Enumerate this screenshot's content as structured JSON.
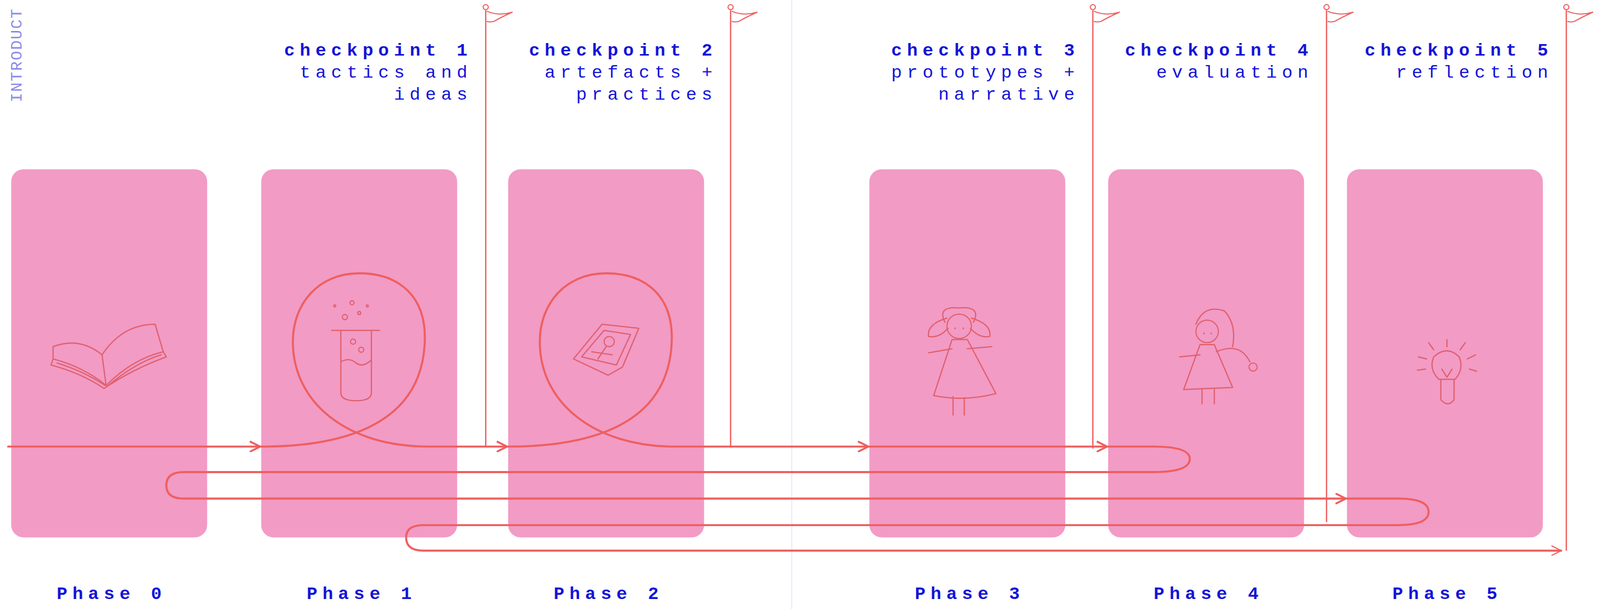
{
  "diagram": {
    "nodes": [
      {
        "text": [
          "Phase 0"
        ]
      },
      {
        "text": [
          "Phase 1"
        ]
      },
      {
        "text": [
          "Phase 2"
        ]
      },
      {
        "text": [
          "Phase 3"
        ]
      },
      {
        "text": [
          "Phase 4"
        ]
      },
      {
        "text": [
          "Phase 5"
        ]
      }
    ],
    "edges": [
      {
        "from": 0,
        "to": 1,
        "arrow": "to"
      },
      {
        "from": 1,
        "to": 2,
        "arrow": "to"
      },
      {
        "from": 2,
        "to": 3,
        "arrow": "to"
      },
      {
        "from": 3,
        "to": 4,
        "arrow": "to"
      },
      {
        "from": 4,
        "to": 5,
        "arrow": "to"
      }
    ],
    "labels": [
      "INTRODUCT",
      "checkpoint 1",
      "tactics and ideas",
      "checkpoint 2",
      "artefacts + practices",
      "checkpoint 3",
      "prototypes + narrative",
      "checkpoint 4",
      "evaluation",
      "checkpoint 5",
      "reflection"
    ]
  }
}
